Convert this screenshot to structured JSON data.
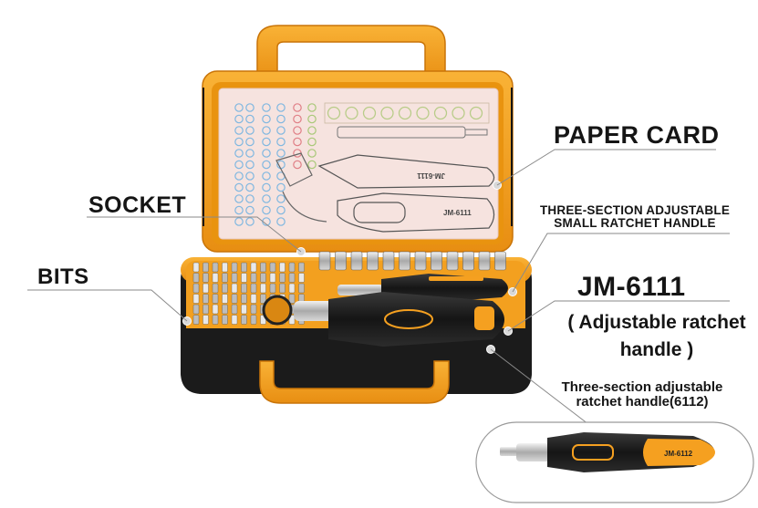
{
  "labels": {
    "paper_card": "PAPER CARD",
    "socket": "SOCKET",
    "bits": "BITS",
    "small_ratchet_line1": "THREE-SECTION ADJUSTABLE",
    "small_ratchet_line2": "SMALL RATCHET HANDLE",
    "model": "JM-6111",
    "adjustable_line1": "( Adjustable ratchet",
    "adjustable_line2": "handle )",
    "handle6112_line1": "Three-section adjustable",
    "handle6112_line2": "ratchet handle(6112)"
  },
  "handle_branding": {
    "lid_handle_text_1": "JM-6111",
    "lid_handle_text_2": "JM-6111",
    "inset_handle_text": "JM-6112"
  },
  "colors": {
    "case_orange": "#f5a020",
    "case_black": "#1a1a1a",
    "card_pink": "#f6e3df",
    "callout_line": "#8a8a8a"
  }
}
